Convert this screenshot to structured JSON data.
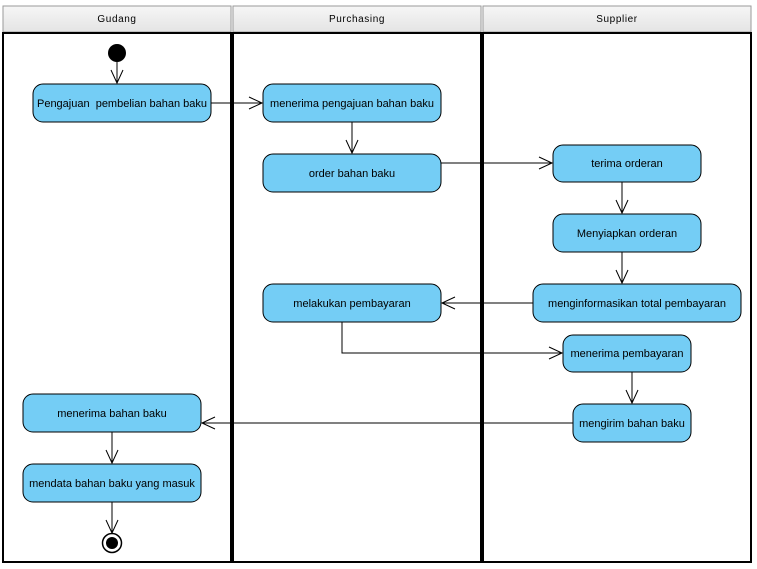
{
  "colors": {
    "activity_fill": "#74cdf5",
    "header_fill": "#eeeeee",
    "line": "#000000"
  },
  "lanes": [
    {
      "title": "Gudang"
    },
    {
      "title": "Purchasing"
    },
    {
      "title": "Supplier"
    }
  ],
  "activities": {
    "pengajuan": "Pengajuan  pembelian bahan baku",
    "menerima_pengajuan": "menerima pengajuan bahan baku",
    "order": "order bahan baku",
    "terima_orderan": "terima orderan",
    "menyiapkan": "Menyiapkan orderan",
    "menginformasikan": "menginformasikan total pembayaran",
    "melakukan_pembayaran": "melakukan pembayaran",
    "menerima_pembayaran": "menerima pembayaran",
    "mengirim": "mengirim bahan baku",
    "menerima_bahan": "menerima bahan baku",
    "mendata": "mendata bahan baku yang masuk"
  }
}
